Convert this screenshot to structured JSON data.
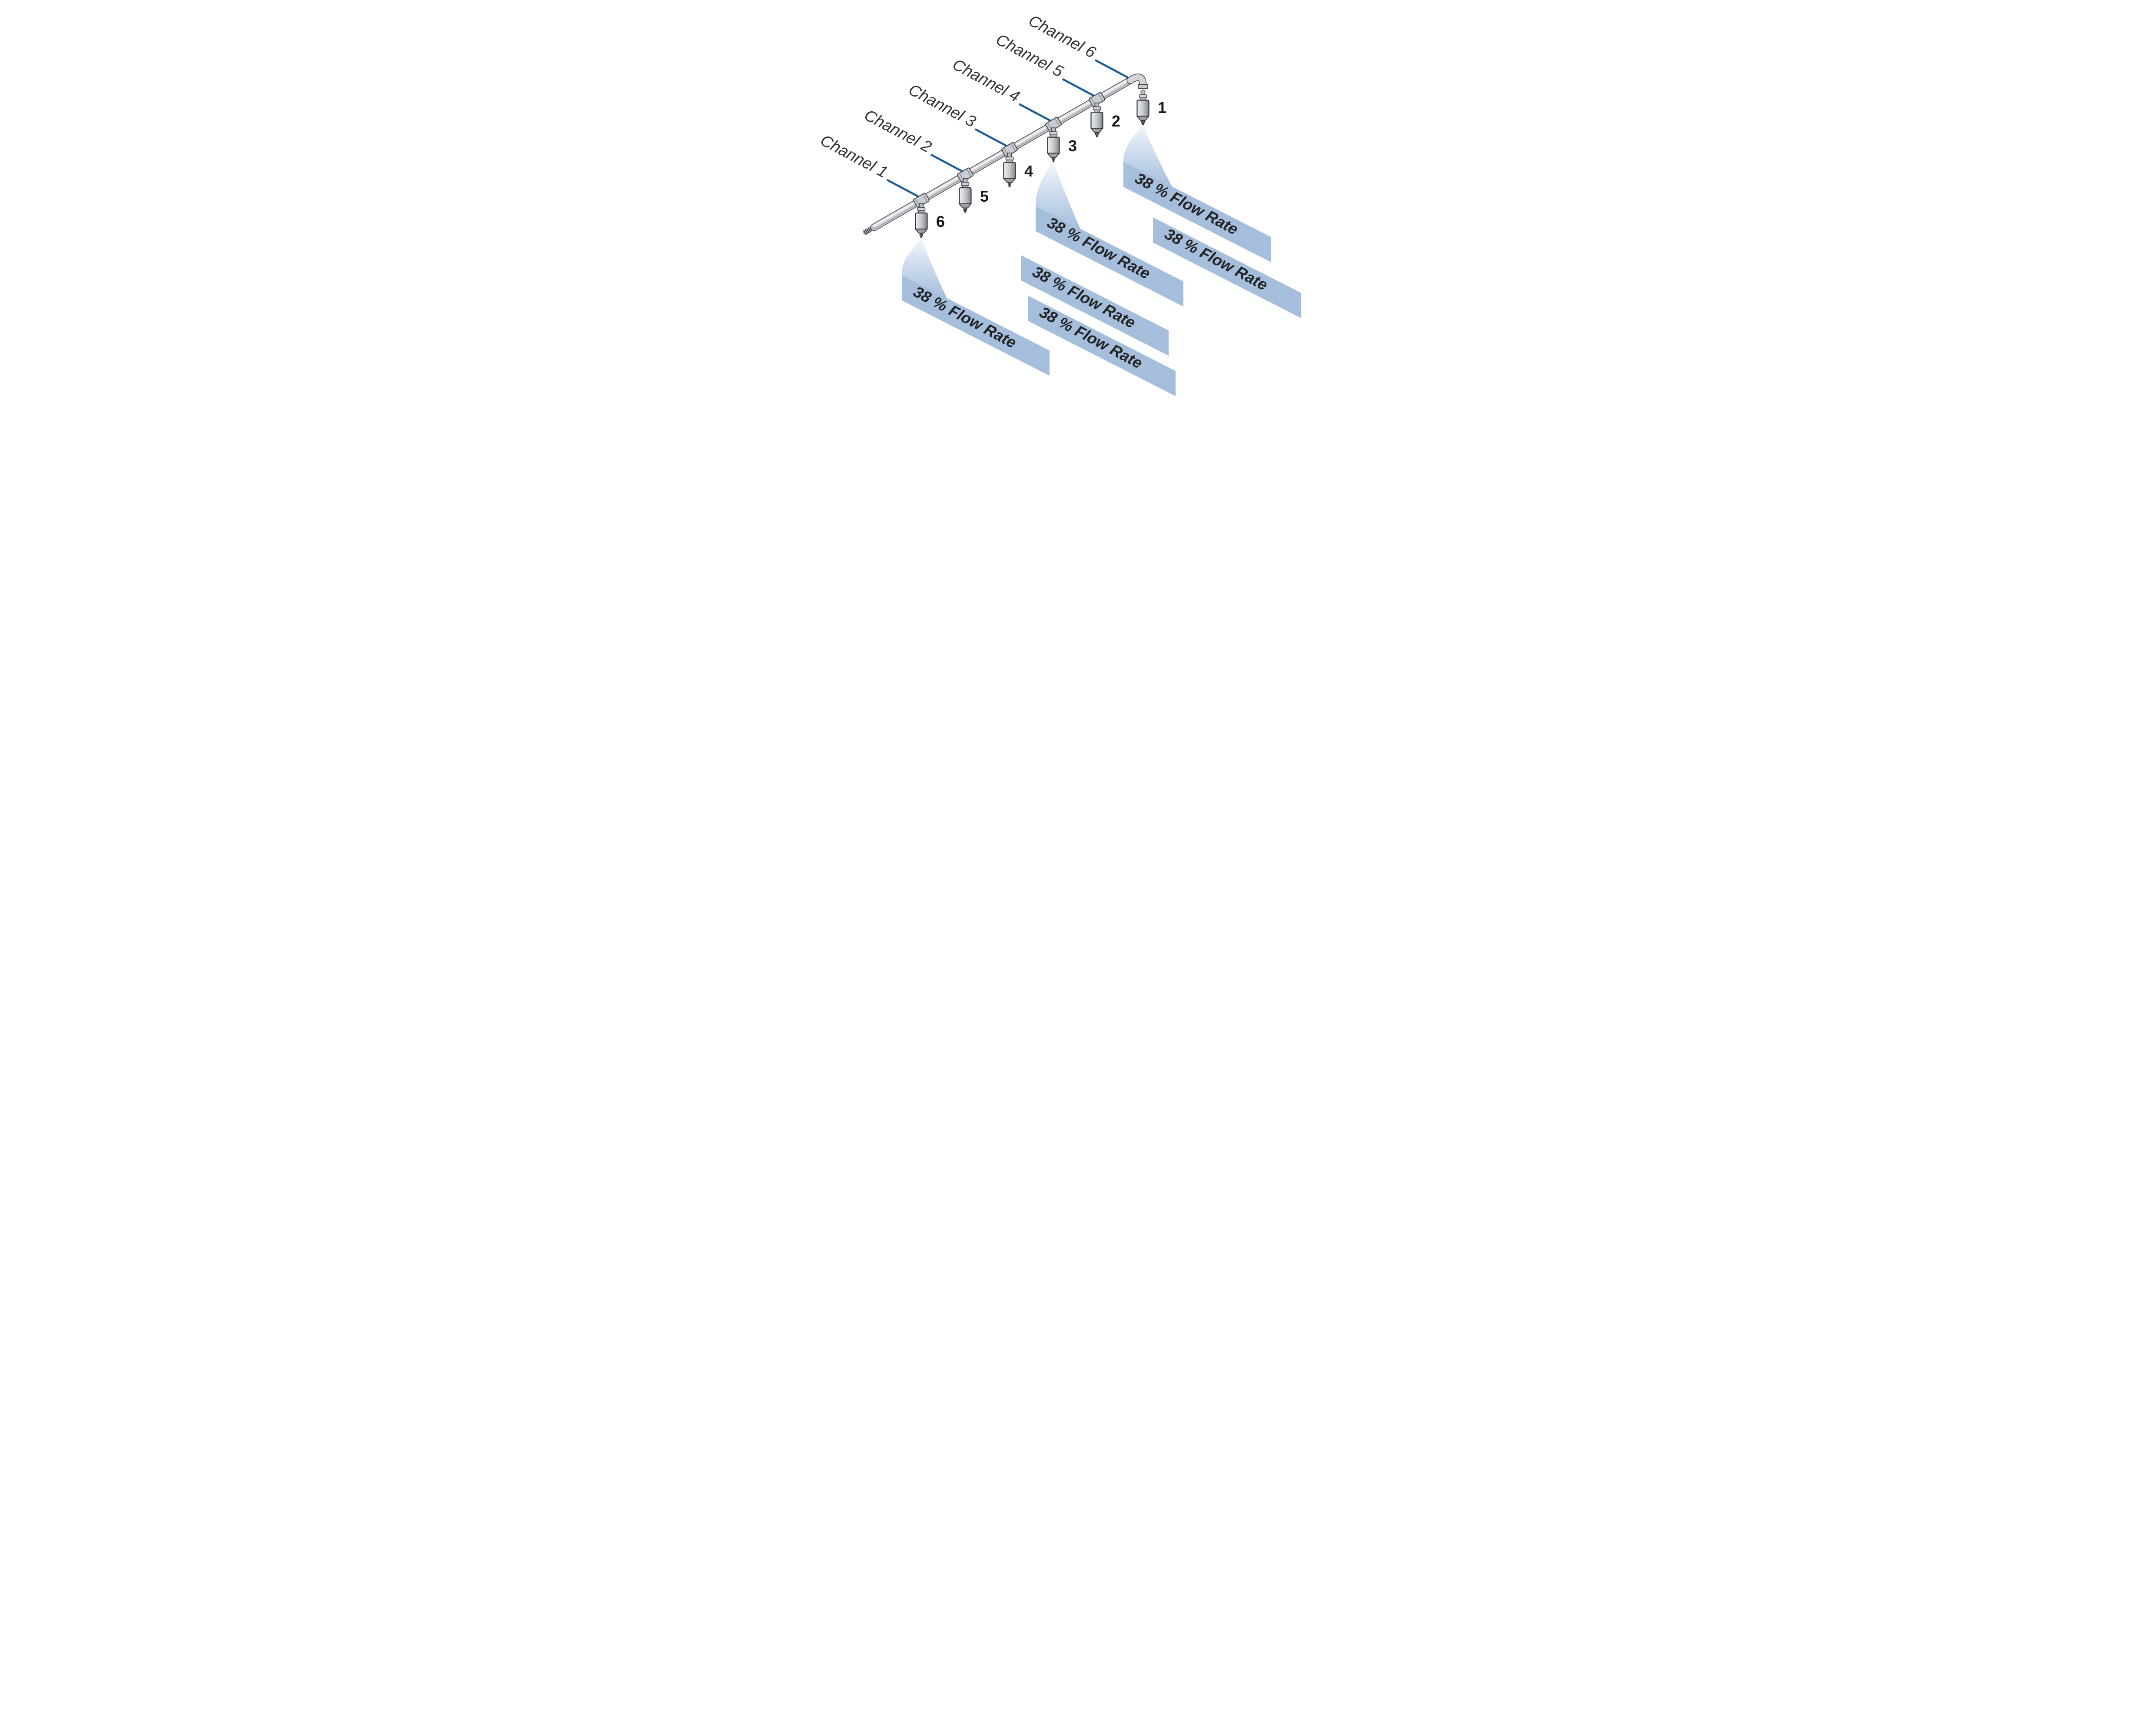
{
  "channels": [
    {
      "label": "Channel 1"
    },
    {
      "label": "Channel 2"
    },
    {
      "label": "Channel 3"
    },
    {
      "label": "Channel 4"
    },
    {
      "label": "Channel 5"
    },
    {
      "label": "Channel 6"
    }
  ],
  "nozzles": [
    {
      "label": "1"
    },
    {
      "label": "2"
    },
    {
      "label": "3"
    },
    {
      "label": "4"
    },
    {
      "label": "5"
    },
    {
      "label": "6"
    }
  ],
  "banners": [
    {
      "for_nozzle": "1",
      "text": "38 % Flow Rate"
    },
    {
      "for_nozzle": "2",
      "text": "38 % Flow Rate"
    },
    {
      "for_nozzle": "3",
      "text": "38 % Flow Rate"
    },
    {
      "for_nozzle": "4",
      "text": "38 % Flow Rate"
    },
    {
      "for_nozzle": "5",
      "text": "38 % Flow Rate"
    },
    {
      "for_nozzle": "6",
      "text": "38 % Flow Rate"
    }
  ],
  "colors": {
    "leader_blue": "#1d5e96",
    "banner_blue": "#a4bedc",
    "pipe_light": "#d2d4d7",
    "pipe_outline": "#43474c",
    "label_dark": "#2b2b2b"
  }
}
